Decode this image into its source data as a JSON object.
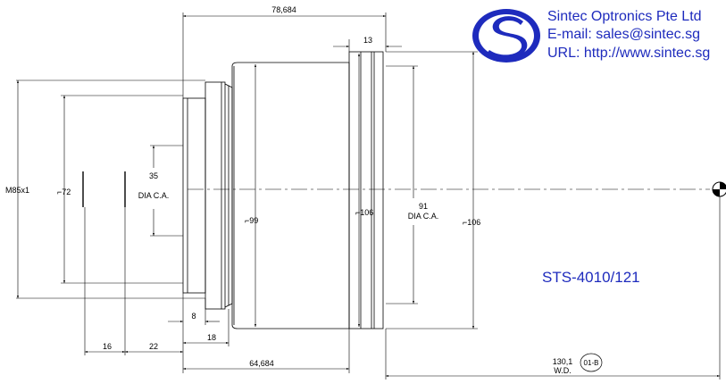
{
  "header": {
    "company": "Sintec Optronics Pte Ltd",
    "email": "E-mail: sales@sintec.sg",
    "url": "URL: http://www.sintec.sg"
  },
  "part_number": "STS-4010/121",
  "dimensions": {
    "total_length": "78,684",
    "flange_width": "13",
    "mount_thread": "M85x1",
    "bore_dia": "⌐72",
    "aperture_left": "35",
    "aperture_left_label": "DIA C.A.",
    "body_dia": "⌐99",
    "flange_dia": "⌐106",
    "aperture_right": "91",
    "aperture_right_label": "DIA C.A.",
    "outer_dia": "⌐106",
    "dim_8": "8",
    "dim_16": "16",
    "dim_22": "22",
    "dim_18": "18",
    "dim_64": "64,684",
    "working_distance": "130,1",
    "working_distance_label": "W.D.",
    "revision": "01-B"
  },
  "colors": {
    "brand_blue": "#1e2bbd",
    "line": "#000000"
  }
}
